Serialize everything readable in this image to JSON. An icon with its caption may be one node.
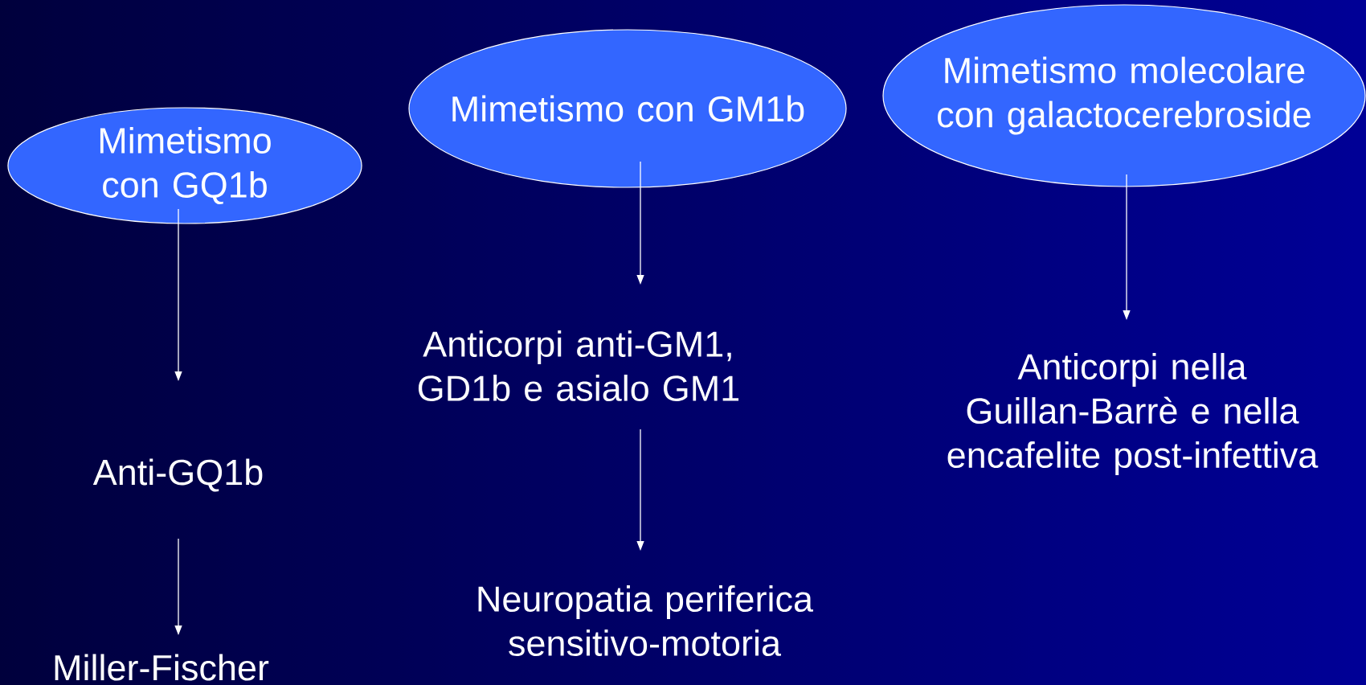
{
  "diagram": {
    "nodes": [
      {
        "text": [
          "Mimetismo con GQ1b"
        ]
      },
      {
        "text": [
          "Mimetismo con GM1b"
        ]
      },
      {
        "text": [
          "Mimetismo molecolare con galactocerebroside"
        ]
      },
      {
        "text": [
          "Anti-GQ1b"
        ]
      },
      {
        "text": [
          "Miller-Fischer"
        ]
      },
      {
        "text": [
          "Anticorpi anti-GM1, GD1b e asialo GM1"
        ]
      },
      {
        "text": [
          "Neuropatia periferica sensitivo-motoria"
        ]
      },
      {
        "text": [
          "Anticorpi nella Guillan-Barrè e nella encafelite post-infettiva"
        ]
      }
    ],
    "edges": [
      {
        "from": 0,
        "to": 3,
        "arrow": "to"
      },
      {
        "from": 3,
        "to": 4,
        "arrow": "to"
      },
      {
        "from": 1,
        "to": 5,
        "arrow": "to"
      },
      {
        "from": 5,
        "to": 6,
        "arrow": "to"
      },
      {
        "from": 2,
        "to": 7,
        "arrow": "to"
      }
    ]
  }
}
